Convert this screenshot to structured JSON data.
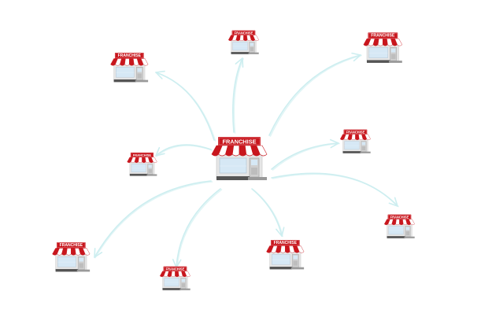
{
  "diagram": {
    "title": "Franchise network",
    "colors": {
      "awning_red": "#c8161d",
      "awning_white": "#ffffff",
      "sign_red": "#c8161d",
      "wall": "#e6e6e6",
      "window": "#d6e8f5",
      "base": "#555555",
      "step": "#9a9a9a",
      "arrow": "#cdeef0"
    },
    "center_store": {
      "id": "hq",
      "label": "FRANCHISE"
    },
    "stores": [
      {
        "id": "store-top-left",
        "label": "FRANCHISE"
      },
      {
        "id": "store-top",
        "label": "FRANCHISE"
      },
      {
        "id": "store-top-right",
        "label": "FRANCHISE"
      },
      {
        "id": "store-mid-left",
        "label": "FRANCHISE"
      },
      {
        "id": "store-mid-right",
        "label": "FRANCHISE"
      },
      {
        "id": "store-right",
        "label": "FRANCHISE"
      },
      {
        "id": "store-bottom-left",
        "label": "FRANCHISE"
      },
      {
        "id": "store-bottom",
        "label": "FRANCHISE"
      },
      {
        "id": "store-bottom-mid",
        "label": "FRANCHISE"
      }
    ],
    "connections": [
      {
        "from": "hq",
        "to": "store-top-left"
      },
      {
        "from": "hq",
        "to": "store-top"
      },
      {
        "from": "hq",
        "to": "store-top-right"
      },
      {
        "from": "hq",
        "to": "store-mid-left"
      },
      {
        "from": "hq",
        "to": "store-mid-right"
      },
      {
        "from": "hq",
        "to": "store-right"
      },
      {
        "from": "hq",
        "to": "store-bottom-left"
      },
      {
        "from": "hq",
        "to": "store-bottom"
      },
      {
        "from": "hq",
        "to": "store-bottom-mid"
      }
    ]
  }
}
